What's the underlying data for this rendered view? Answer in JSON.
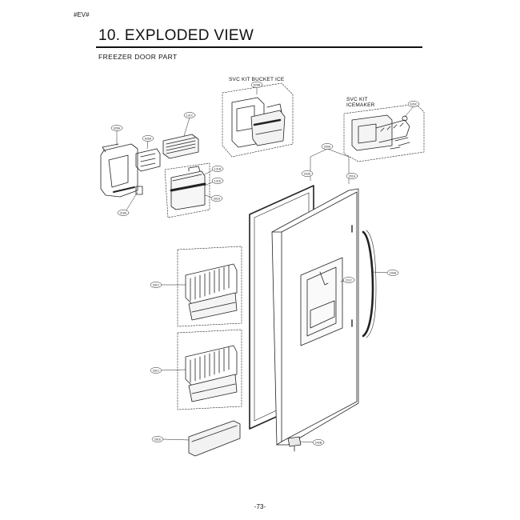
{
  "header": {
    "tag": "#EV#",
    "title": "10. EXPLODED VIEW"
  },
  "section": {
    "subtitle": "FREEZER DOOR PART"
  },
  "kits": {
    "bucket_ice": "SVC KIT BUCKET ICE",
    "icemaker_line1": "SVC KIT",
    "icemaker_line2": "ICEMAKER"
  },
  "callouts": [
    {
      "id": "c-bucket-ice",
      "label": "626B"
    },
    {
      "id": "c-icemaker-kit",
      "label": "626C"
    },
    {
      "id": "c-housing",
      "label": "626A"
    },
    {
      "id": "c-motor",
      "label": "626A"
    },
    {
      "id": "c-grille",
      "label": "131C"
    },
    {
      "id": "c-bucket-1",
      "label": "131B"
    },
    {
      "id": "c-bucket-2",
      "label": "131E"
    },
    {
      "id": "c-bucket-3",
      "label": "301A"
    },
    {
      "id": "c-clip",
      "label": "318A"
    },
    {
      "id": "c-door-assy",
      "label": "200A"
    },
    {
      "id": "c-gasket",
      "label": "203A"
    },
    {
      "id": "c-door-outer",
      "label": "201A"
    },
    {
      "id": "c-handle",
      "label": "244A"
    },
    {
      "id": "c-dispenser",
      "label": "211C"
    },
    {
      "id": "c-basket-1",
      "label": "281C"
    },
    {
      "id": "c-basket-2",
      "label": "281C"
    },
    {
      "id": "c-shelf",
      "label": "281E"
    },
    {
      "id": "c-hinge",
      "label": "242B"
    }
  ],
  "footer": {
    "page": "-73-"
  }
}
